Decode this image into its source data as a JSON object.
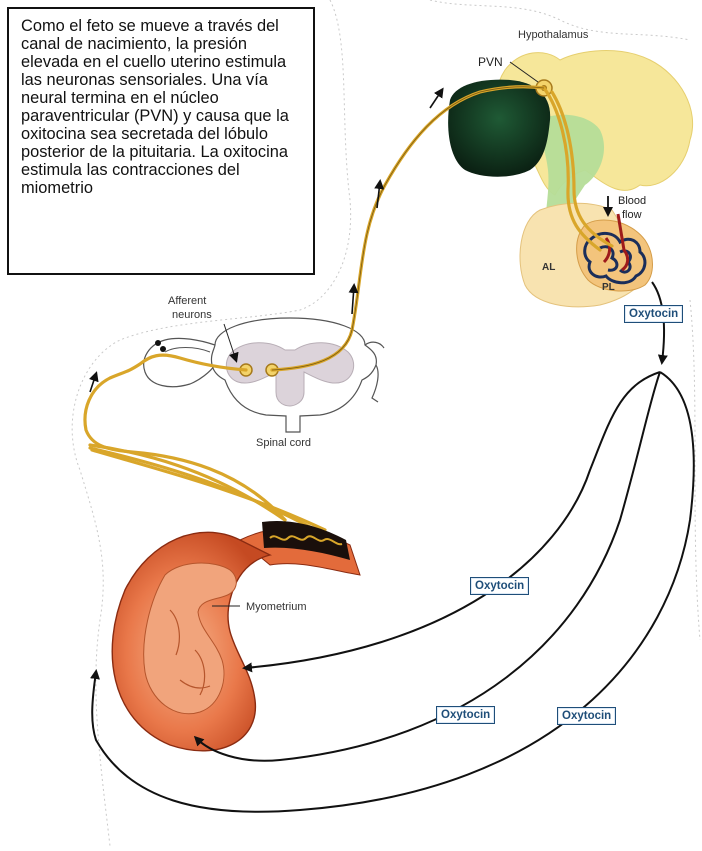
{
  "caption": "Como el feto se mueve a través del canal de nacimiento, la presión elevada en el cuello uterino estimula las neuronas sensoriales. Una vía neural termina en el núcleo paraventricular (PVN) y causa que la oxitocina sea secretada del lóbulo posterior de la pituitaria. La oxitocina estimula las contracciones del miometrio",
  "labels": {
    "hypothalamus": "Hypothalamus",
    "pvn": "PVN",
    "blood_flow_1": "Blood",
    "blood_flow_2": "flow",
    "al": "AL",
    "pl": "PL",
    "afferent_1": "Afferent",
    "afferent_2": "neurons",
    "spinal_cord": "Spinal cord",
    "myometrium": "Myometrium"
  },
  "oxytocin_labels": [
    "Oxytocin",
    "Oxytocin",
    "Oxytocin",
    "Oxytocin"
  ],
  "colors": {
    "nerve": "#d9a62a",
    "hypothalamus": "#f6e79a",
    "dark_green": "#14331f",
    "light_green": "#b5dd98",
    "pituitary": "#f8dfa7",
    "uterus": "#e0663a",
    "arrows": "#111111"
  }
}
